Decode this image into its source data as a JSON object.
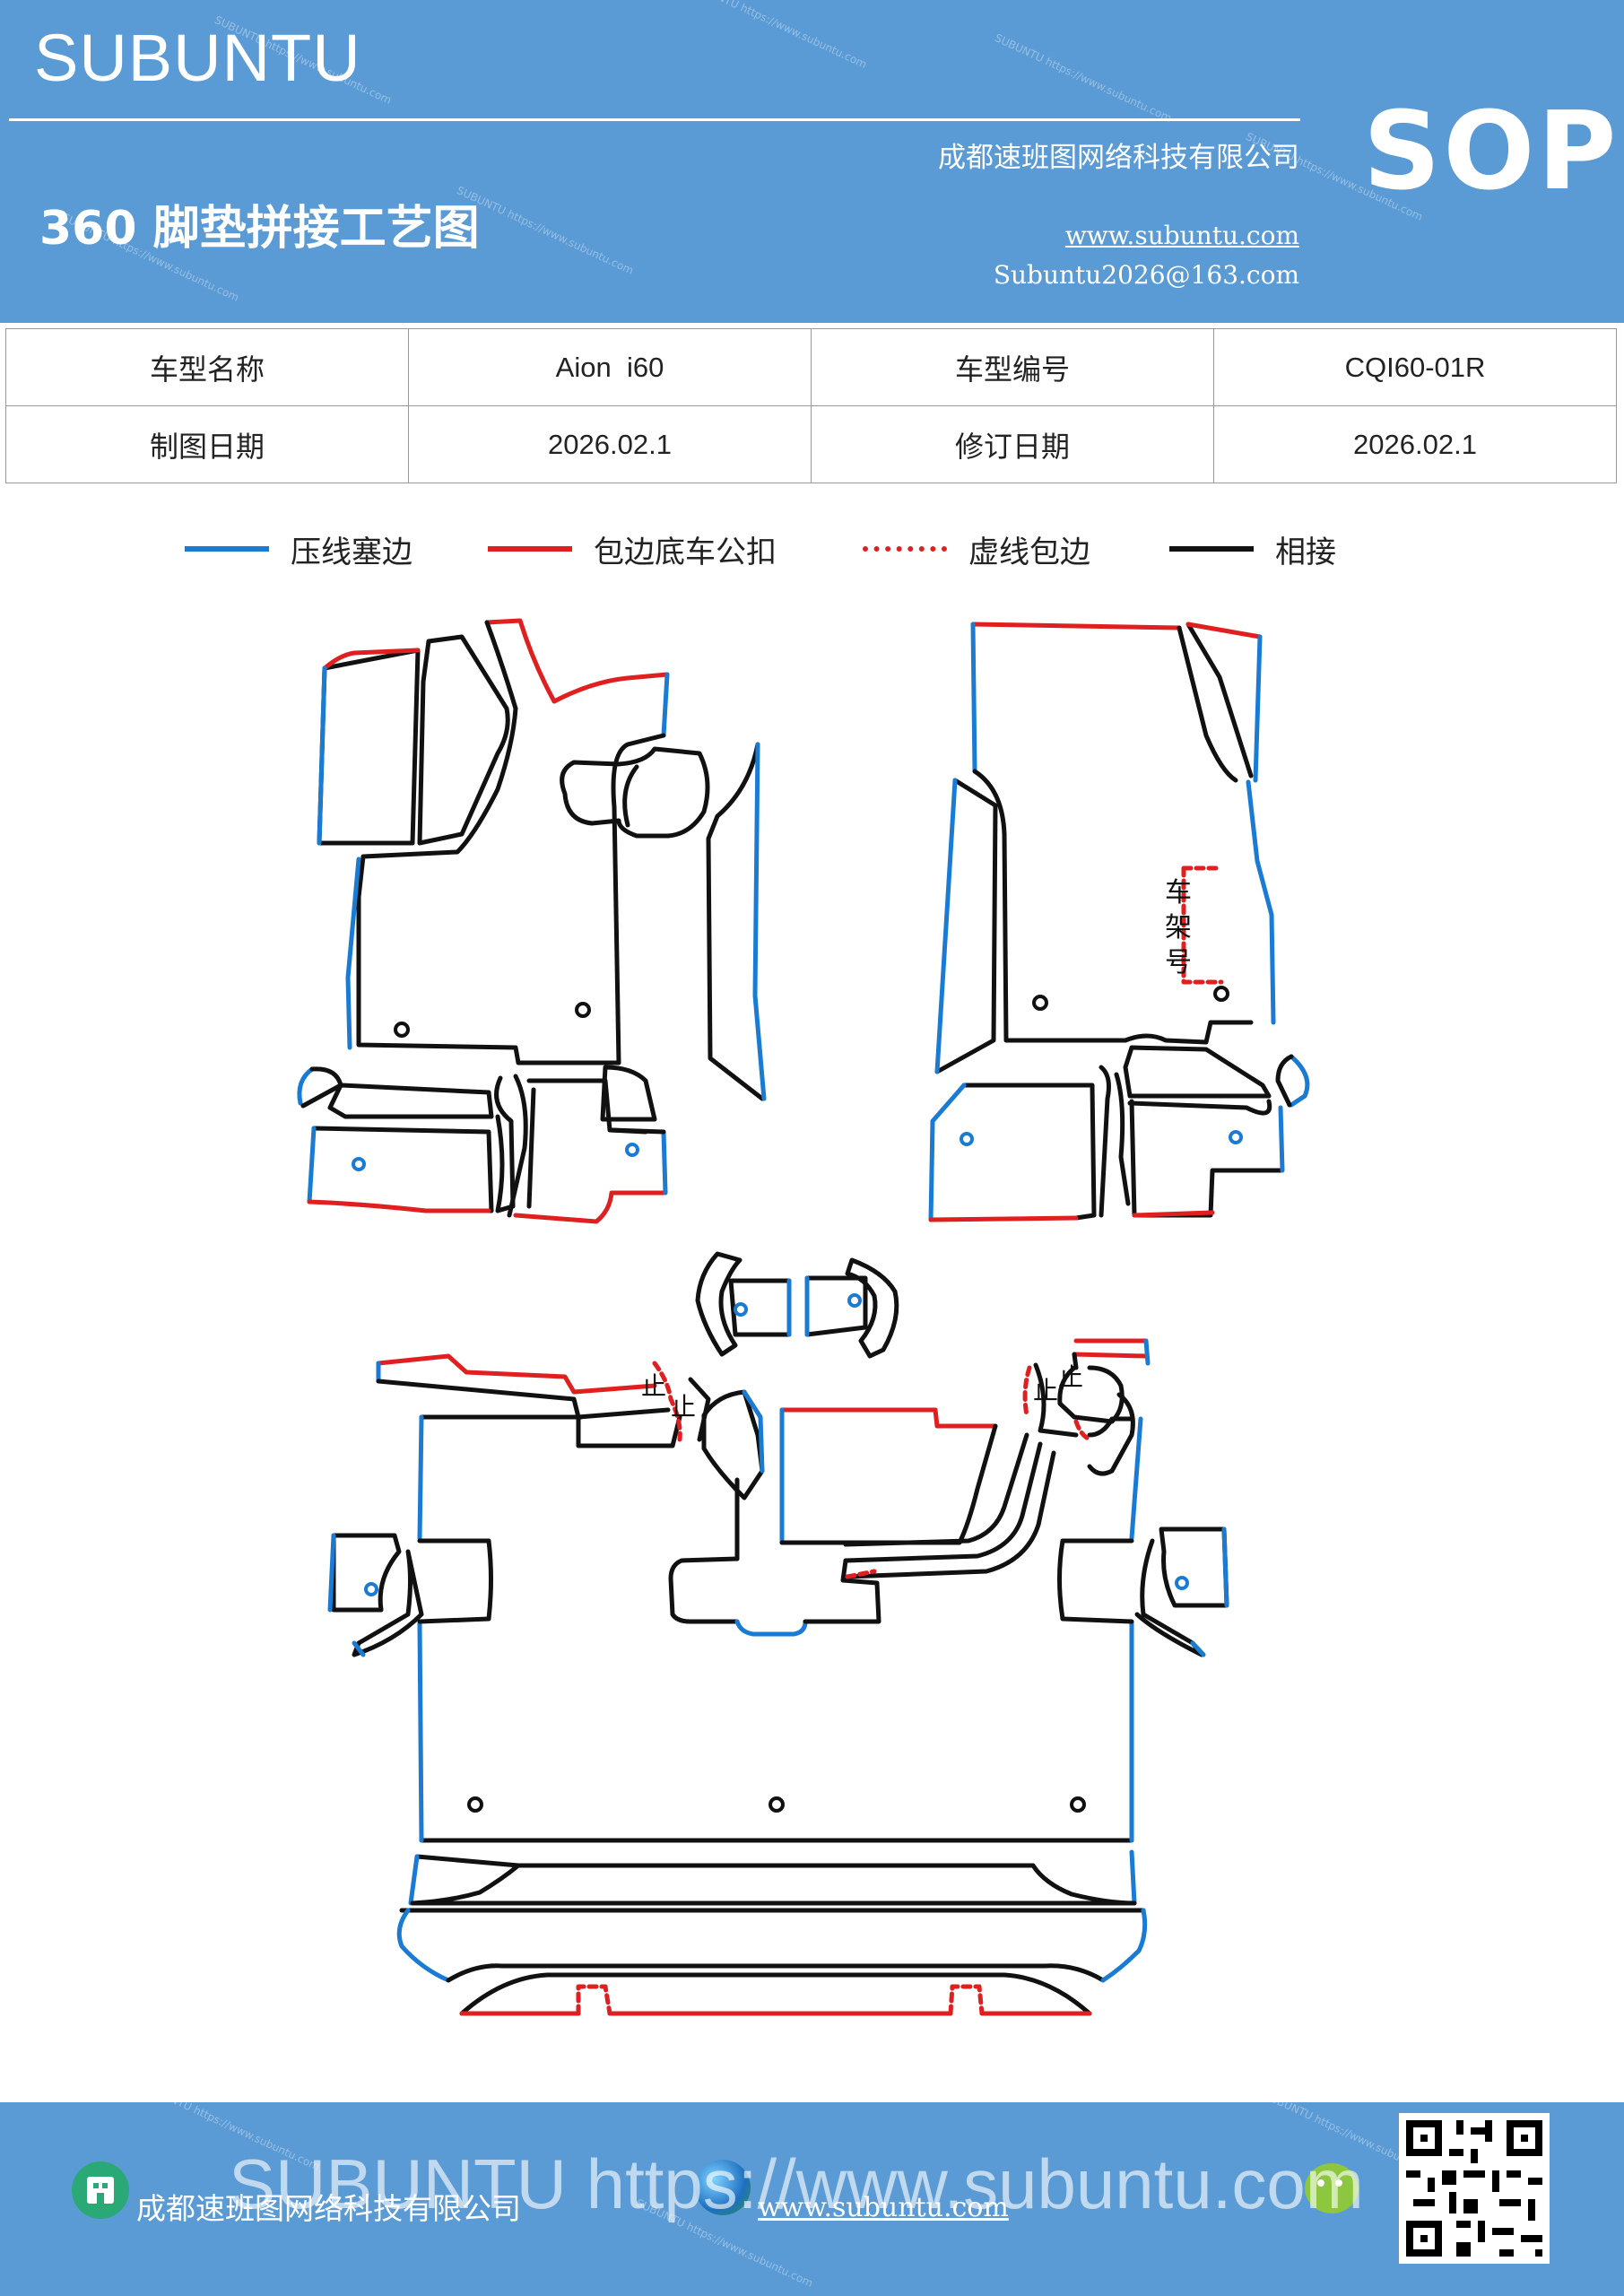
{
  "header": {
    "brand": "SUBUNTU",
    "badge": "SOP",
    "company": "成都速班图网络科技有限公司",
    "title": "360 脚垫拼接工艺图",
    "website": "www.subuntu.com",
    "email": "Subuntu2026@163.com",
    "watermark": "SUBUNTU https://www.subuntu.com"
  },
  "info_table": {
    "rows": [
      {
        "label1": "车型名称",
        "value1": "Aion  i60",
        "label2": "车型编号",
        "value2": "CQI60-01R"
      },
      {
        "label1": "制图日期",
        "value1": "2026.02.1",
        "label2": "修订日期",
        "value2": "2026.02.1"
      }
    ]
  },
  "legend": [
    {
      "label": "压线塞边",
      "color": "#1a7bd4",
      "style": "solid"
    },
    {
      "label": "包边底车公扣",
      "color": "#e02020",
      "style": "solid"
    },
    {
      "label": "虚线包边",
      "color": "#e02020",
      "style": "dotted"
    },
    {
      "label": "相接",
      "color": "#111111",
      "style": "solid"
    }
  ],
  "diagram": {
    "vin_label": [
      "车",
      "架",
      "号"
    ],
    "stop_mark": "止"
  },
  "footer": {
    "company": "成都速班图网络科技有限公司",
    "website": "www.subuntu.com",
    "watermark": "SUBUNTU https://www.subuntu.com",
    "icons": [
      "building-icon",
      "globe-icon",
      "wechat-icon",
      "qr-code"
    ]
  },
  "colors": {
    "header_bg": "#5b9bd5",
    "blue_line": "#1a7bd4",
    "red_line": "#e02020",
    "black_line": "#111111"
  }
}
